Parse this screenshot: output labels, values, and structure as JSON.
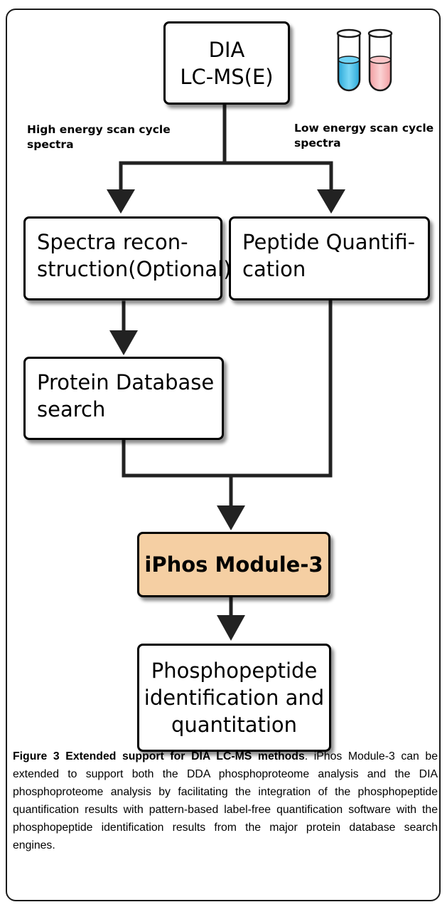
{
  "diagram": {
    "nodes": {
      "dia": "DIA\nLC-MS(E)",
      "spectra_reconstruction": "Spectra recon-\nstruction(Optional)",
      "peptide_quantification": "Peptide Quantifi-\ncation",
      "protein_database_search": "Protein Database\nsearch",
      "iphos_module": "iPhos Module-3",
      "phosphopeptide": "Phosphopeptide\nidentification and\nquantitation"
    },
    "edge_labels": {
      "high_energy": "High energy scan cycle\nspectra",
      "low_energy": "Low energy scan cycle\nspectra"
    },
    "colors": {
      "module_fill": "#f5cfa3",
      "tube_blue": "#4fc3e8",
      "tube_pink": "#f7b9bb",
      "line": "#222222"
    },
    "icons": [
      "test-tube-blue-icon",
      "test-tube-pink-icon"
    ]
  },
  "caption": {
    "label": "Figure 3 Extended support for DIA LC-MS methods",
    "text": ". iPhos Module-3 can be extended to support both the DDA phosphoproteome analysis and the DIA phosphoproteome analysis by facilitating the integration of the phosphopeptide quantification results with pattern-based label-free quantification software with the phosphopeptide identification results from the major protein database search engines."
  }
}
